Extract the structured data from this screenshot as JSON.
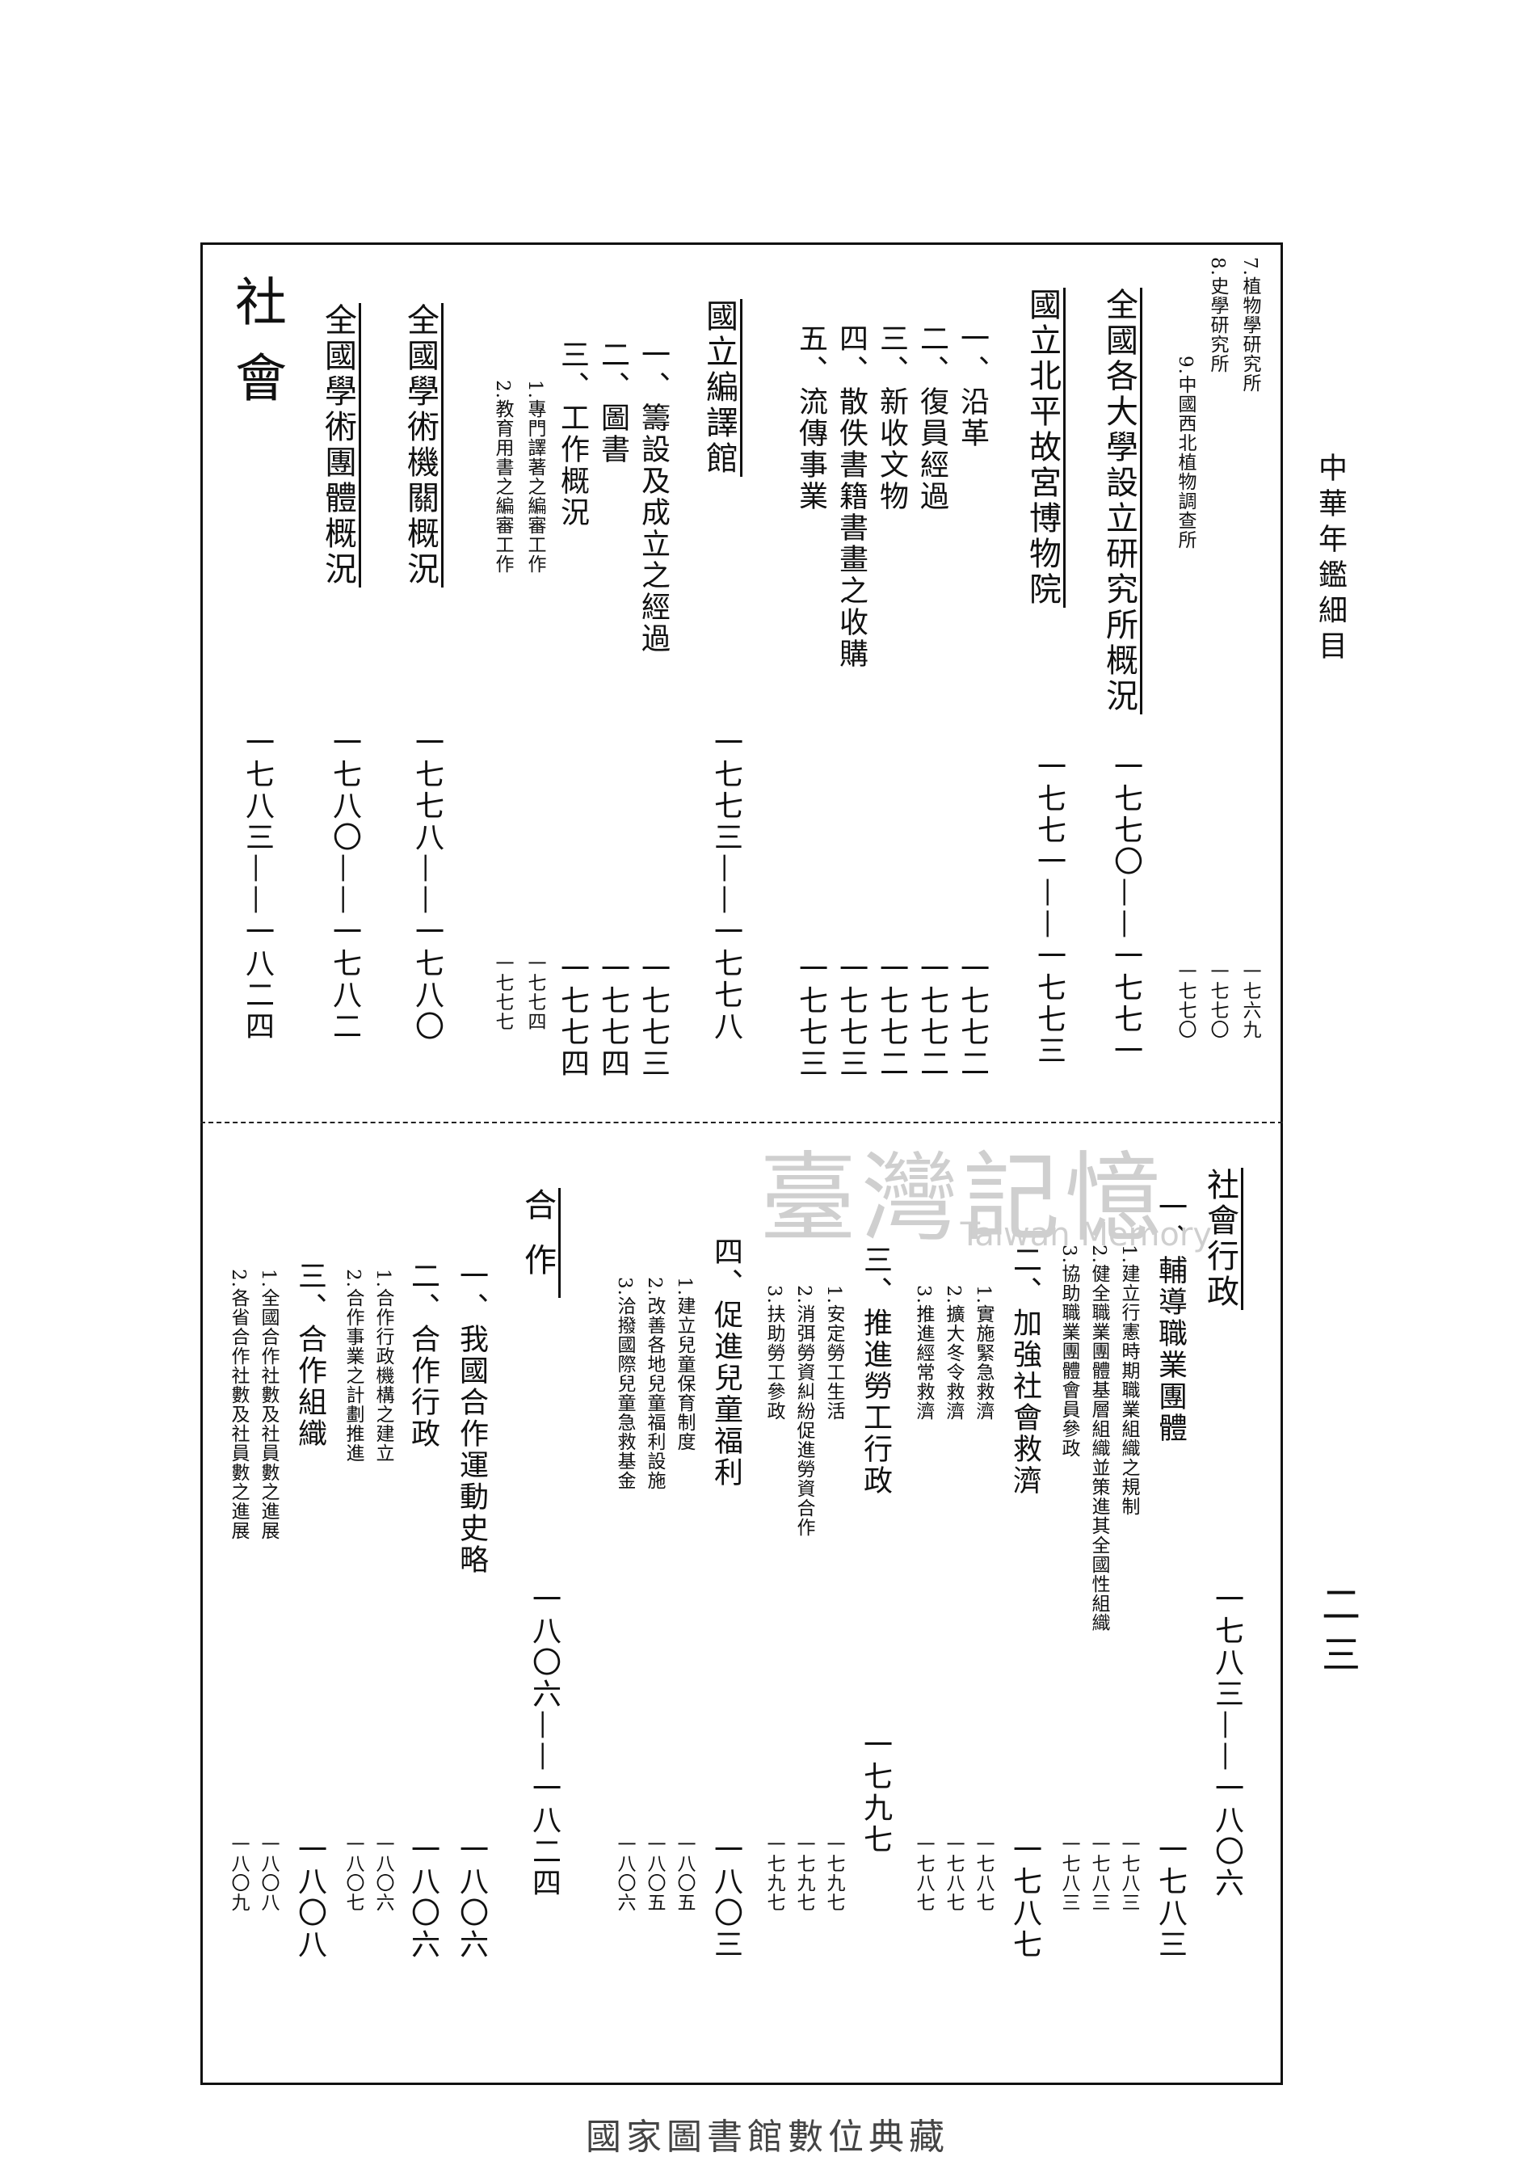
{
  "header": "中華年鑑細目",
  "page_number": "二三",
  "watermark": {
    "cn": "臺灣記憶",
    "en": "Taiwan Memory"
  },
  "footer": "國家圖書館數位典藏",
  "top": [
    {
      "text": "7.植物學研究所",
      "page": "一七六九",
      "size": "sm"
    },
    {
      "text": "8.史學研究所",
      "page": "一七七〇",
      "size": "sm"
    },
    {
      "text": "9.中國西北植物調查所",
      "page": "一七七〇",
      "size": "sm"
    },
    {
      "text": "全國各大學設立研究所概況",
      "page": "一七七〇——一七七一",
      "size": "big"
    },
    {
      "text": "國立北平故宮博物院",
      "page": "一七七一——一七七三",
      "size": "big"
    },
    {
      "text": "一、沿革",
      "page": "一七七二",
      "size": "mid"
    },
    {
      "text": "二、復員經過",
      "page": "一七七二",
      "size": "mid"
    },
    {
      "text": "三、新收文物",
      "page": "一七七二",
      "size": "mid"
    },
    {
      "text": "四、散佚書籍書畫之收購",
      "page": "一七七三",
      "size": "mid"
    },
    {
      "text": "五、流傳事業",
      "page": "一七七三",
      "size": "mid"
    },
    {
      "text": "國立編譯館",
      "page": "一七七三——一七七八",
      "size": "big"
    },
    {
      "text": "一、籌設及成立之經過",
      "page": "一七七三",
      "size": "mid"
    },
    {
      "text": "二、圖書",
      "page": "一七七四",
      "size": "mid"
    },
    {
      "text": "三、工作概況",
      "page": "一七七四",
      "size": "mid"
    },
    {
      "text": "1.專門譯著之編審工作",
      "page": "一七七四",
      "size": "sm"
    },
    {
      "text": "2.教育用書之編審工作",
      "page": "一七七七",
      "size": "sm"
    },
    {
      "text": "全國學術機關概況",
      "page": "一七七八——一七八〇",
      "size": "big"
    },
    {
      "text": "全國學術團體概況",
      "page": "一七八〇——一七八二",
      "size": "big"
    },
    {
      "text": "社會",
      "page": "一七八三——一八二四",
      "size": "big"
    }
  ],
  "bottom": [
    {
      "text": "社會行政",
      "page": "一七八三——一八〇六",
      "size": "big"
    },
    {
      "text": "一、輔導職業團體",
      "page": "一七八三",
      "size": "mid"
    },
    {
      "text": "1.建立行憲時期職業組織之規制",
      "page": "一七八三",
      "size": "sm"
    },
    {
      "text": "2.健全職業團體基層組織並策進其全國性組織",
      "page": "一七八三",
      "size": "sm"
    },
    {
      "text": "3.協助職業團體會員參政",
      "page": "一七八三",
      "size": "sm"
    },
    {
      "text": "二、加強社會救濟",
      "page": "一七八七",
      "size": "mid"
    },
    {
      "text": "1.實施緊急救濟",
      "page": "一七八七",
      "size": "sm"
    },
    {
      "text": "2.擴大冬令救濟",
      "page": "一七八七",
      "size": "sm"
    },
    {
      "text": "3.推進經常救濟",
      "page": "一七八七",
      "size": "sm"
    },
    {
      "text": "三、推進勞工行政",
      "page": "一七九七",
      "size": "mid"
    },
    {
      "text": "1.安定勞工生活",
      "page": "一七九七",
      "size": "sm"
    },
    {
      "text": "2.消弭勞資糾紛促進勞資合作",
      "page": "一七九七",
      "size": "sm"
    },
    {
      "text": "3.扶助勞工參政",
      "page": "一七九七",
      "size": "sm"
    },
    {
      "text": "四、促進兒童福利",
      "page": "一八〇三",
      "size": "mid"
    },
    {
      "text": "1.建立兒童保育制度",
      "page": "一八〇五",
      "size": "sm"
    },
    {
      "text": "2.改善各地兒童福利設施",
      "page": "一八〇五",
      "size": "sm"
    },
    {
      "text": "3.洽撥國際兒童急救基金",
      "page": "一八〇六",
      "size": "sm"
    },
    {
      "text": "合作",
      "page": "一八〇六——一八二四",
      "size": "big"
    },
    {
      "text": "一、我國合作運動史略",
      "page": "一八〇六",
      "size": "mid"
    },
    {
      "text": "二、合作行政",
      "page": "一八〇六",
      "size": "mid"
    },
    {
      "text": "1.合作行政機構之建立",
      "page": "一八〇六",
      "size": "sm"
    },
    {
      "text": "2.合作事業之計劃推進",
      "page": "一八〇七",
      "size": "sm"
    },
    {
      "text": "三、合作組織",
      "page": "一八〇八",
      "size": "mid"
    },
    {
      "text": "1.全國合作社數及社員數之進展",
      "page": "一八〇八",
      "size": "sm"
    },
    {
      "text": "2.各省合作社數及社員數之進展",
      "page": "一八〇九",
      "size": "sm"
    }
  ]
}
